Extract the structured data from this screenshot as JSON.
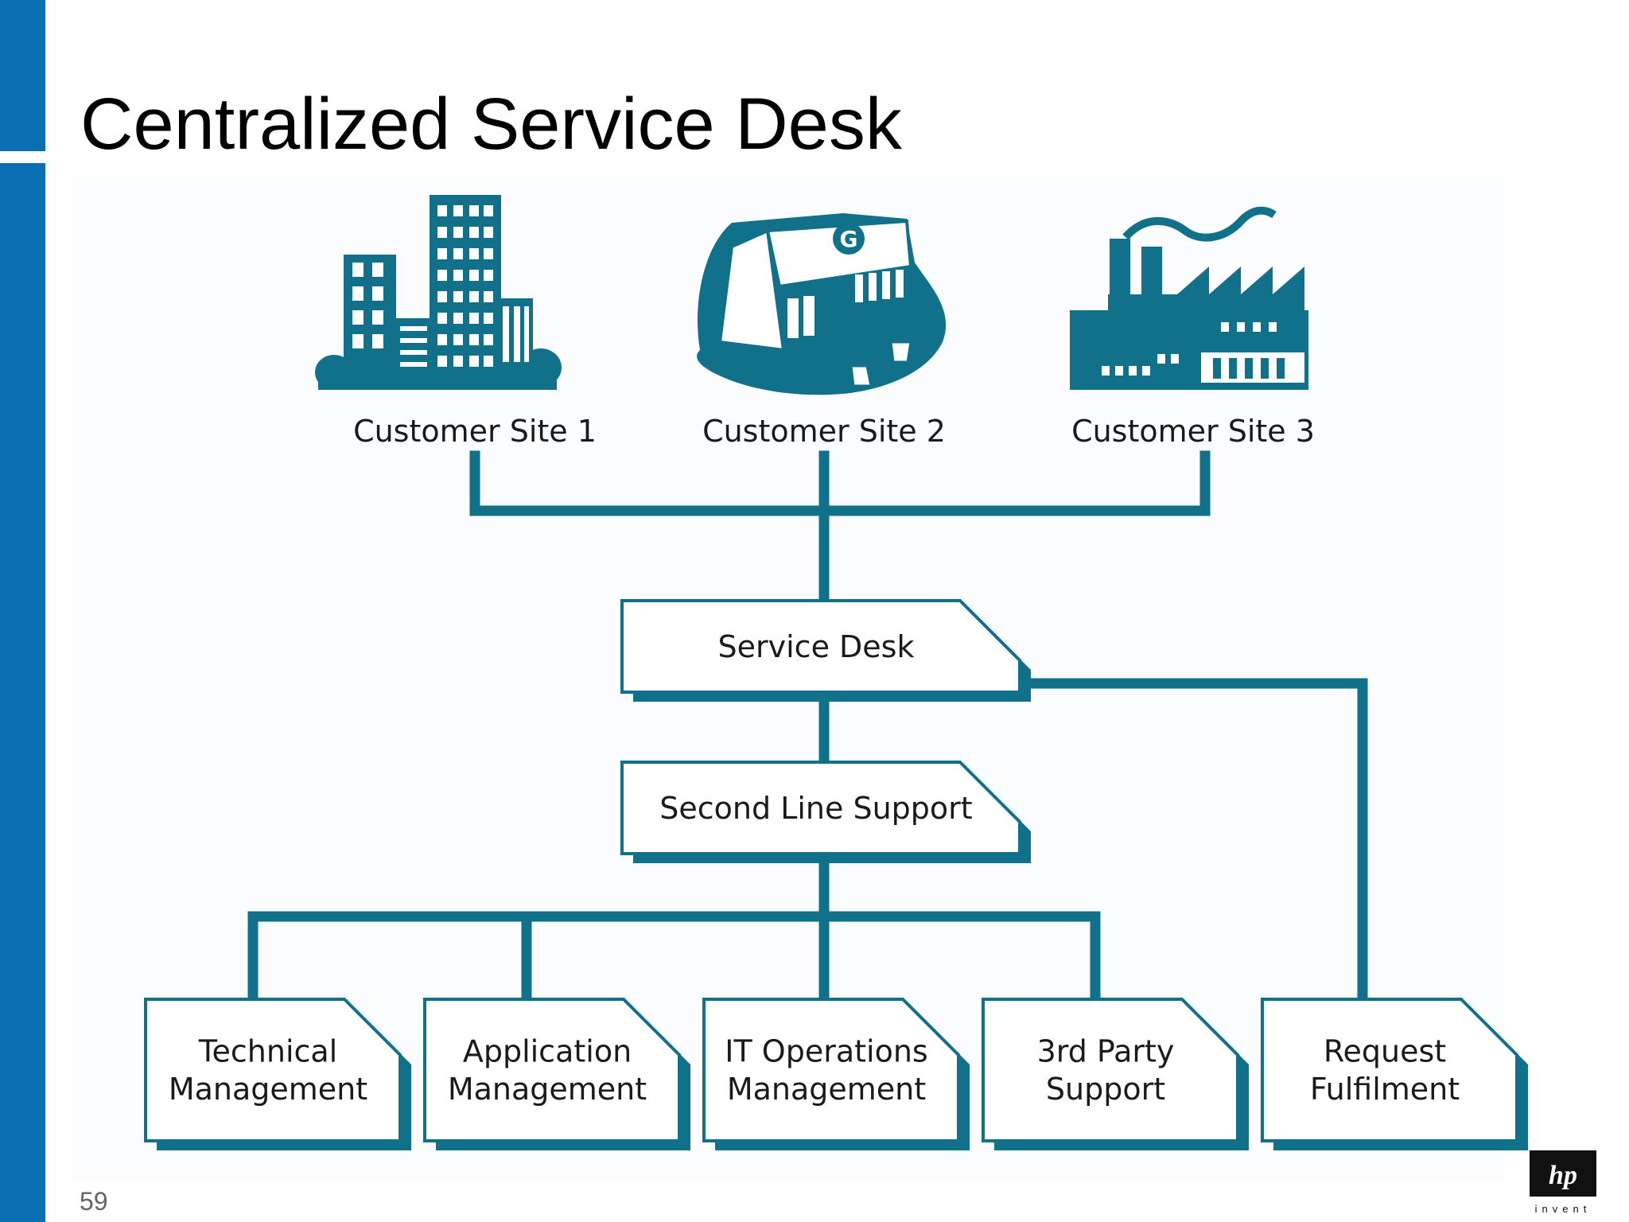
{
  "slide": {
    "title": "Centralized Service Desk",
    "page_number": "59"
  },
  "colors": {
    "accent_blue": "#0a6fb3",
    "diagram_teal": "#11708a"
  },
  "sites": [
    {
      "label": "Customer Site 1",
      "icon": "office-buildings-icon"
    },
    {
      "label": "Customer Site 2",
      "icon": "supermarket-building-icon"
    },
    {
      "label": "Customer Site 3",
      "icon": "factory-icon"
    }
  ],
  "service_desk": {
    "label": "Service Desk"
  },
  "second_line": {
    "label": "Second Line Support"
  },
  "teams": [
    {
      "lines": [
        "Technical",
        "Management"
      ]
    },
    {
      "lines": [
        "Application",
        "Management"
      ]
    },
    {
      "lines": [
        "IT Operations",
        "Management"
      ]
    },
    {
      "lines": [
        "3rd Party",
        "Support"
      ]
    },
    {
      "lines": [
        "Request",
        "Fulfilment"
      ]
    }
  ],
  "logo": {
    "mark": "hp",
    "tagline": "invent"
  }
}
